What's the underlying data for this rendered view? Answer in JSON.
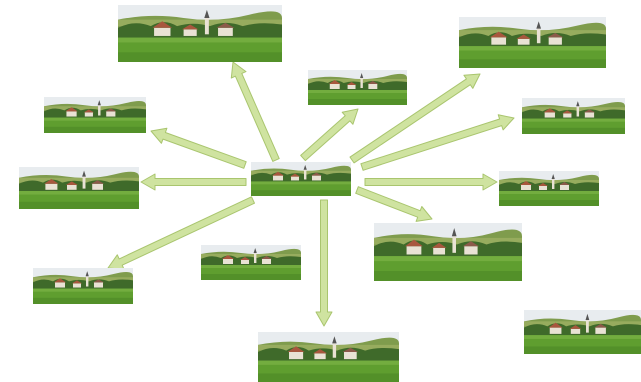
{
  "diagram": {
    "type": "hub-and-spoke",
    "hub": {
      "id": "center",
      "image": "village-landscape-thumbnail"
    },
    "nodes": [
      {
        "id": "top-left-large",
        "image": "village-landscape-thumbnail"
      },
      {
        "id": "top-middle",
        "image": "village-landscape-thumbnail"
      },
      {
        "id": "top-right",
        "image": "village-landscape-thumbnail"
      },
      {
        "id": "upper-left",
        "image": "village-landscape-thumbnail"
      },
      {
        "id": "upper-right",
        "image": "village-landscape-thumbnail"
      },
      {
        "id": "left",
        "image": "village-landscape-thumbnail"
      },
      {
        "id": "right",
        "image": "village-landscape-thumbnail"
      },
      {
        "id": "middle-right-large",
        "image": "village-landscape-thumbnail"
      },
      {
        "id": "lower-left",
        "image": "village-landscape-thumbnail"
      },
      {
        "id": "middle-bottom",
        "image": "village-landscape-thumbnail"
      },
      {
        "id": "bottom",
        "image": "village-landscape-thumbnail"
      },
      {
        "id": "bottom-right",
        "image": "village-landscape-thumbnail"
      }
    ],
    "arrows": [
      {
        "from": "center",
        "to": "top-left-large"
      },
      {
        "from": "center",
        "to": "top-middle"
      },
      {
        "from": "center",
        "to": "top-right"
      },
      {
        "from": "center",
        "to": "upper-left"
      },
      {
        "from": "center",
        "to": "upper-right"
      },
      {
        "from": "center",
        "to": "left"
      },
      {
        "from": "center",
        "to": "right"
      },
      {
        "from": "center",
        "to": "middle-right-large"
      },
      {
        "from": "center",
        "to": "lower-left"
      },
      {
        "from": "center",
        "to": "bottom"
      }
    ],
    "colors": {
      "arrow_fill": "#cfe3a0",
      "arrow_stroke": "#a9c56e",
      "sky": "#e8ecef",
      "hills": "#7f9c4d",
      "meadow": "#5f9e2f",
      "village_roof": "#a8573e",
      "village_wall": "#e9e2d4",
      "trees": "#3f6a2a"
    }
  }
}
